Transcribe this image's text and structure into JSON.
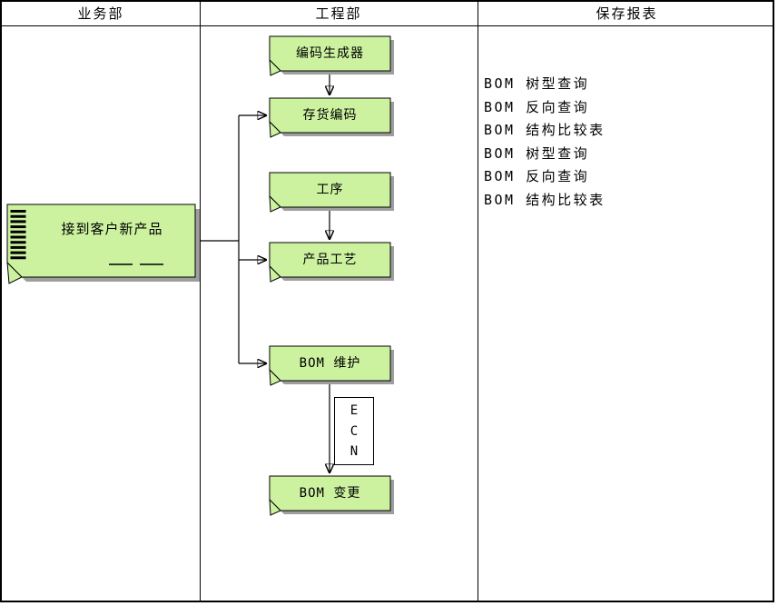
{
  "header": {
    "columns": [
      {
        "label": "业务部"
      },
      {
        "label": "工程部"
      },
      {
        "label": "保存报表"
      }
    ]
  },
  "flow": {
    "start_node": {
      "label": "接到客户新产品"
    },
    "nodes": [
      {
        "label": "编码生成器"
      },
      {
        "label": "存货编码"
      },
      {
        "label": "工序"
      },
      {
        "label": "产品工艺"
      },
      {
        "label": "BOM 维护"
      },
      {
        "label": "BOM 变更"
      }
    ],
    "ecn": [
      "E",
      "C",
      "N"
    ]
  },
  "reports": {
    "items": [
      "BOM 树型查询",
      "BOM 反向查询",
      "BOM 结构比较表",
      "BOM 树型查询",
      "BOM 反向查询",
      "BOM 结构比较表"
    ]
  },
  "colors": {
    "node_fill": "#ccf2a0",
    "shadow_color": "#9e9e9e",
    "border": "#000000",
    "line_color": "#000000",
    "background": "#ffffff"
  }
}
